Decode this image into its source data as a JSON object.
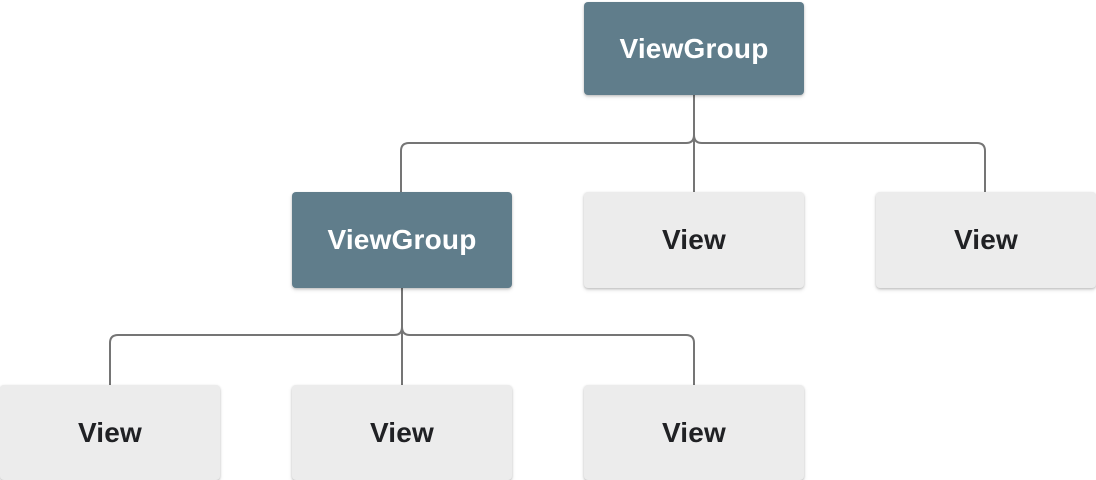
{
  "diagram": {
    "name": "view-hierarchy-tree",
    "nodes": [
      {
        "id": "root",
        "label": "ViewGroup",
        "type": "viewgroup",
        "level": 0
      },
      {
        "id": "vg2",
        "label": "ViewGroup",
        "type": "viewgroup",
        "level": 1
      },
      {
        "id": "v1",
        "label": "View",
        "type": "view",
        "level": 1
      },
      {
        "id": "v2",
        "label": "View",
        "type": "view",
        "level": 1
      },
      {
        "id": "v3",
        "label": "View",
        "type": "view",
        "level": 2
      },
      {
        "id": "v4",
        "label": "View",
        "type": "view",
        "level": 2
      },
      {
        "id": "v5",
        "label": "View",
        "type": "view",
        "level": 2
      }
    ],
    "edges": [
      {
        "from": "root",
        "to": "vg2"
      },
      {
        "from": "root",
        "to": "v1"
      },
      {
        "from": "root",
        "to": "v2"
      },
      {
        "from": "vg2",
        "to": "v3"
      },
      {
        "from": "vg2",
        "to": "v4"
      },
      {
        "from": "vg2",
        "to": "v5"
      }
    ],
    "colors": {
      "viewgroup_fill": "#607D8B",
      "viewgroup_text": "#FFFFFF",
      "view_fill": "#ECECEC",
      "view_text": "#202124",
      "connector": "#757575",
      "background": "#FFFFFF"
    }
  }
}
